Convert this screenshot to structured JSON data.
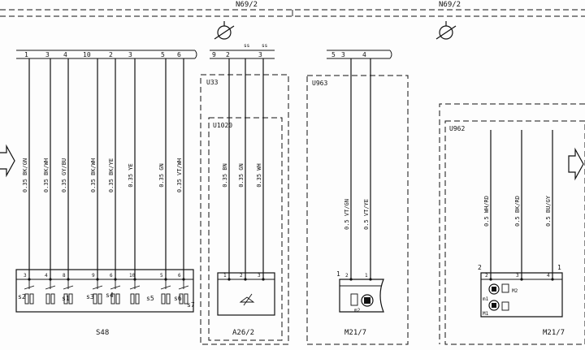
{
  "header": {
    "left_code": "N69/2",
    "right_code": "N69/2"
  },
  "top_connector": {
    "pins_a": [
      "1",
      "3",
      "4"
    ],
    "pins_b": [
      "10",
      "2",
      "3",
      "5",
      "6"
    ],
    "pins_c": [
      "9",
      "2",
      "3"
    ],
    "pins_d": [
      "5",
      "3",
      "4"
    ],
    "pin_marks": [
      "ss",
      "ss"
    ]
  },
  "modules": {
    "u33": "U33",
    "u1020": "U1020",
    "u963": "U963",
    "u962": "U962"
  },
  "wires": [
    {
      "label": "0.35 BK/GN",
      "pin": "3"
    },
    {
      "label": "0.35 BK/WH",
      "pin": "4"
    },
    {
      "label": "0.35 GY/BU",
      "pin": "8"
    },
    {
      "label": "0.35 BK/WH",
      "pin": "9"
    },
    {
      "label": "0.35 BK/YE",
      "pin": "6"
    },
    {
      "label": "0.35 YE",
      "pin": "10"
    },
    {
      "label": "0.35 GN",
      "pin": "5"
    },
    {
      "label": "0.35 VT/WH",
      "pin": "6"
    },
    {
      "label": "0.35 BN",
      "pin": "1"
    },
    {
      "label": "0.35 GN",
      "pin": "2"
    },
    {
      "label": "0.35 WH",
      "pin": "3"
    },
    {
      "label": "0.5 VT/GN",
      "pin": "2"
    },
    {
      "label": "0.5 VT/YE",
      "pin": "1"
    },
    {
      "label": "0.5 WH/RD",
      "pin": "2"
    },
    {
      "label": "0.5 BK/RD",
      "pin": "3"
    },
    {
      "label": "0.5 BU/GY",
      "pin": "4"
    }
  ],
  "switch_labels": [
    "s2",
    "s1",
    "s3",
    "s4",
    "s5",
    "s6",
    "s7"
  ],
  "motor_labels": [
    "m1",
    "m2",
    "M1",
    "M2"
  ],
  "motor_pins": [
    "1",
    "2",
    "1"
  ],
  "components": {
    "s48": "S48",
    "a26": "A26/2",
    "m21_a": "M21/7",
    "m21_b": "M21/7"
  }
}
